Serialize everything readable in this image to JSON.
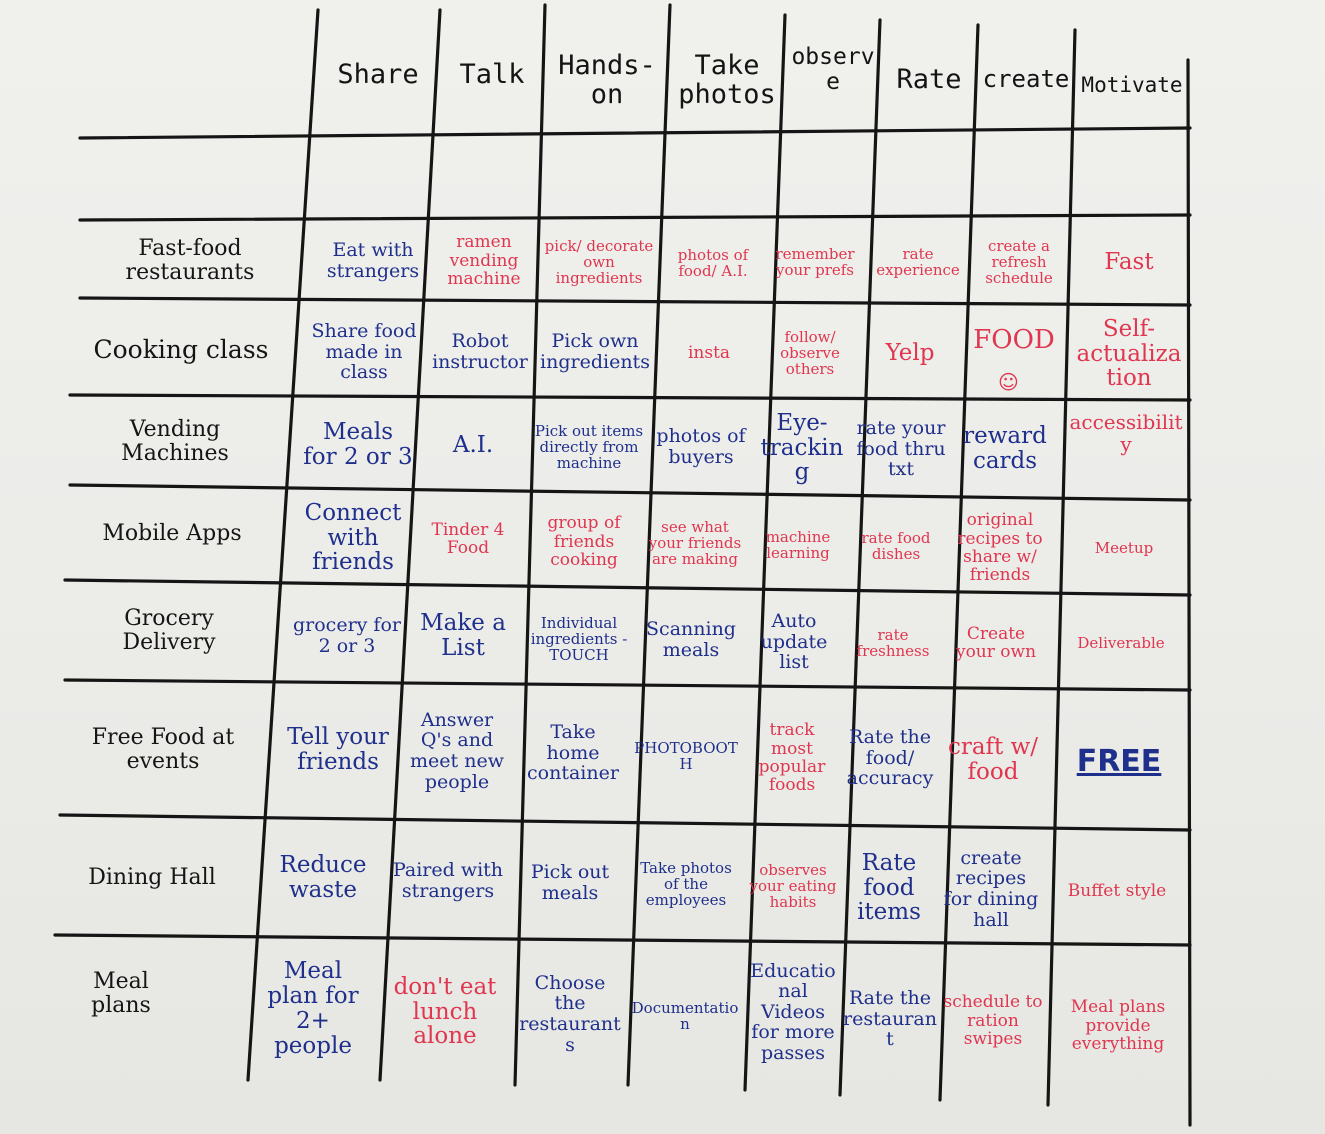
{
  "columns": [
    "Share",
    "Talk",
    "Hands-on",
    "Take photos",
    "observe",
    "Rate",
    "create",
    "Motivate"
  ],
  "rows": [
    {
      "label": "Fast-food restaurants",
      "cells": [
        {
          "text": "Eat with strangers",
          "color": "blue"
        },
        {
          "text": "ramen vending machine",
          "color": "red"
        },
        {
          "text": "pick/ decorate own ingredients",
          "color": "red"
        },
        {
          "text": "photos of food/ A.I.",
          "color": "red"
        },
        {
          "text": "remember your prefs",
          "color": "red"
        },
        {
          "text": "rate experience",
          "color": "red"
        },
        {
          "text": "create a refresh schedule",
          "color": "red"
        },
        {
          "text": "Fast",
          "color": "red"
        }
      ]
    },
    {
      "label": "Cooking class",
      "cells": [
        {
          "text": "Share food made in class",
          "color": "blue"
        },
        {
          "text": "Robot instructor",
          "color": "blue"
        },
        {
          "text": "Pick own ingredients",
          "color": "blue"
        },
        {
          "text": "insta",
          "color": "red"
        },
        {
          "text": "follow/ observe others",
          "color": "red"
        },
        {
          "text": "Yelp",
          "color": "red"
        },
        {
          "text": "FOOD",
          "color": "red"
        },
        {
          "text": "Self-actualization",
          "color": "red"
        }
      ]
    },
    {
      "label": "Vending Machines",
      "cells": [
        {
          "text": "Meals for 2 or 3",
          "color": "blue"
        },
        {
          "text": "A.I.",
          "color": "blue"
        },
        {
          "text": "Pick out items directly from machine",
          "color": "blue"
        },
        {
          "text": "photos of buyers",
          "color": "blue"
        },
        {
          "text": "Eye-tracking",
          "color": "blue"
        },
        {
          "text": "rate your food thru txt",
          "color": "blue"
        },
        {
          "text": "reward cards",
          "color": "blue"
        },
        {
          "text": "accessibility",
          "color": "red"
        }
      ]
    },
    {
      "label": "Mobile Apps",
      "cells": [
        {
          "text": "Connect with friends",
          "color": "blue"
        },
        {
          "text": "Tinder 4 Food",
          "color": "red"
        },
        {
          "text": "group of friends cooking",
          "color": "red"
        },
        {
          "text": "see what your friends are making",
          "color": "red"
        },
        {
          "text": "machine learning",
          "color": "red"
        },
        {
          "text": "rate food dishes",
          "color": "red"
        },
        {
          "text": "original recipes to share w/ friends",
          "color": "red"
        },
        {
          "text": "Meetup",
          "color": "red"
        }
      ]
    },
    {
      "label": "Grocery Delivery",
      "cells": [
        {
          "text": "grocery for 2 or 3",
          "color": "blue"
        },
        {
          "text": "Make a List",
          "color": "blue"
        },
        {
          "text": "Individual ingredients -TOUCH",
          "color": "blue"
        },
        {
          "text": "Scanning meals",
          "color": "blue"
        },
        {
          "text": "Auto update list",
          "color": "blue"
        },
        {
          "text": "rate freshness",
          "color": "red"
        },
        {
          "text": "Create your own",
          "color": "red"
        },
        {
          "text": "Deliverable",
          "color": "red"
        }
      ]
    },
    {
      "label": "Free Food at events",
      "cells": [
        {
          "text": "Tell your friends",
          "color": "blue"
        },
        {
          "text": "Answer Q's and meet new people",
          "color": "blue"
        },
        {
          "text": "Take home container",
          "color": "blue"
        },
        {
          "text": "PHOTOBOOTH",
          "color": "blue"
        },
        {
          "text": "track most popular foods",
          "color": "red"
        },
        {
          "text": "Rate the food/ accuracy",
          "color": "blue"
        },
        {
          "text": "craft w/ food",
          "color": "red"
        },
        {
          "text": "FREE",
          "color": "blue"
        }
      ]
    },
    {
      "label": "Dining Hall",
      "cells": [
        {
          "text": "Reduce waste",
          "color": "blue"
        },
        {
          "text": "Paired with strangers",
          "color": "blue"
        },
        {
          "text": "Pick out meals",
          "color": "blue"
        },
        {
          "text": "Take photos of the employees",
          "color": "blue"
        },
        {
          "text": "observes your eating habits",
          "color": "red"
        },
        {
          "text": "Rate food items",
          "color": "blue"
        },
        {
          "text": "create recipes for dining hall",
          "color": "blue"
        },
        {
          "text": "Buffet style",
          "color": "red"
        }
      ]
    },
    {
      "label": "Meal plans",
      "cells": [
        {
          "text": "Meal plan for 2+ people",
          "color": "blue"
        },
        {
          "text": "don't eat lunch alone",
          "color": "red"
        },
        {
          "text": "Choose the restaurants",
          "color": "blue"
        },
        {
          "text": "Documentation",
          "color": "blue"
        },
        {
          "text": "Educational Videos for more passes",
          "color": "blue"
        },
        {
          "text": "Rate the restaurant",
          "color": "blue"
        },
        {
          "text": "schedule to ration swipes",
          "color": "red"
        },
        {
          "text": "Meal plans provide everything",
          "color": "red"
        }
      ]
    }
  ],
  "colors": {
    "blue_marker": "#1f2f8c",
    "red_marker": "#e0364f",
    "black_marker": "#151515",
    "board": "#eeeeeb"
  },
  "icons": {
    "smiley": "smiley-face-icon"
  }
}
